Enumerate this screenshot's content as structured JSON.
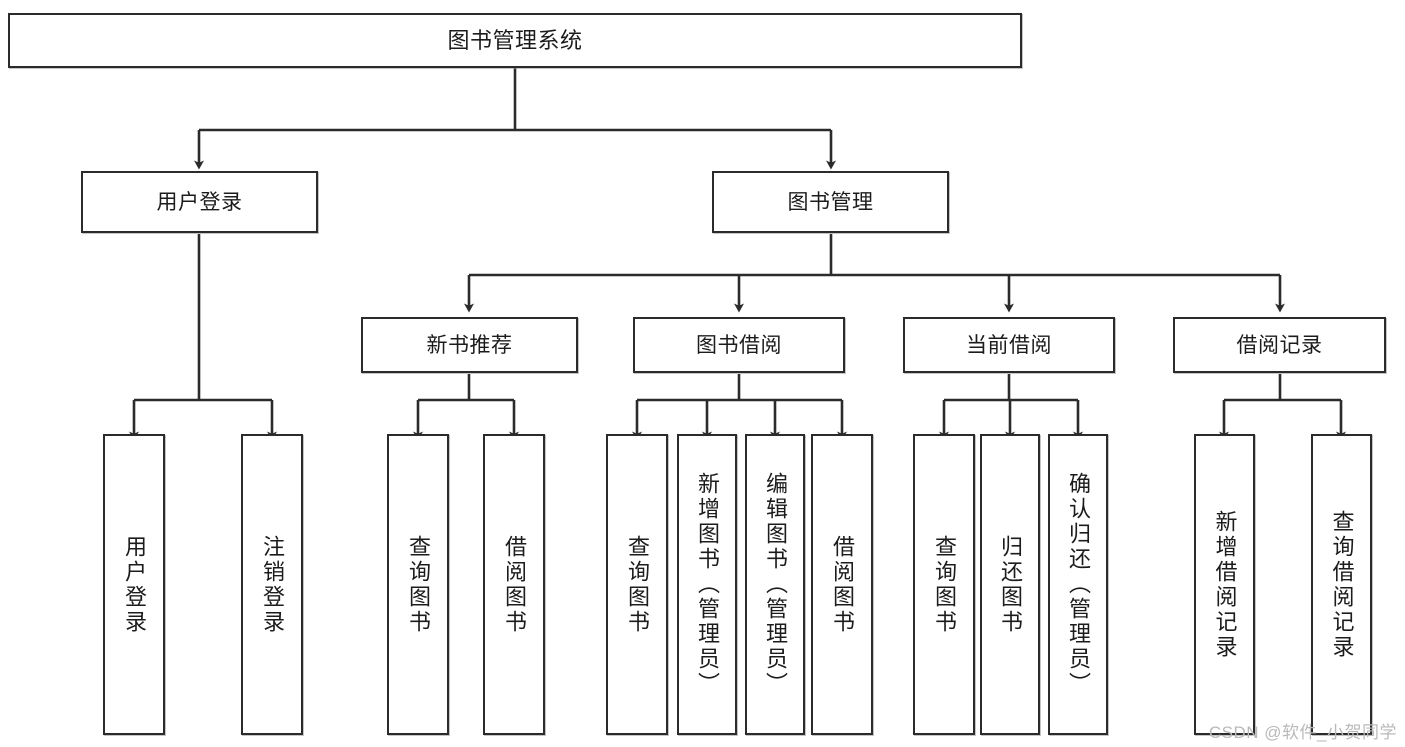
{
  "diagram": {
    "title": "图书管理系统",
    "type": "tree-hierarchy-chart",
    "background_color": "#ffffff",
    "line_color": "#2b2b2b",
    "box_border_color": "#2b2b2b",
    "text_color": "#1c1c1c"
  },
  "watermark": {
    "text": "CSDN @软件_小贺同学",
    "color": "#b9b9b9"
  },
  "nodes": {
    "root": {
      "label": "图书管理系统"
    },
    "level2": [
      {
        "label": "用户登录"
      },
      {
        "label": "图书管理"
      }
    ],
    "level3": [
      {
        "label": "新书推荐"
      },
      {
        "label": "图书借阅"
      },
      {
        "label": "当前借阅"
      },
      {
        "label": "借阅记录"
      }
    ],
    "leaves": {
      "user_login": [
        {
          "label": "用户登录"
        },
        {
          "label": "注销登录"
        }
      ],
      "new_book_recommend": [
        {
          "label": "查询图书"
        },
        {
          "label": "借阅图书"
        }
      ],
      "book_borrow": [
        {
          "label": "查询图书"
        },
        {
          "label": "新增图书（管理员）"
        },
        {
          "label": "编辑图书（管理员）"
        },
        {
          "label": "借阅图书"
        }
      ],
      "current_borrow": [
        {
          "label": "查询图书"
        },
        {
          "label": "归还图书"
        },
        {
          "label": "确认归还（管理员）"
        }
      ],
      "borrow_record": [
        {
          "label": "新增借阅记录"
        },
        {
          "label": "查询借阅记录"
        }
      ]
    }
  }
}
